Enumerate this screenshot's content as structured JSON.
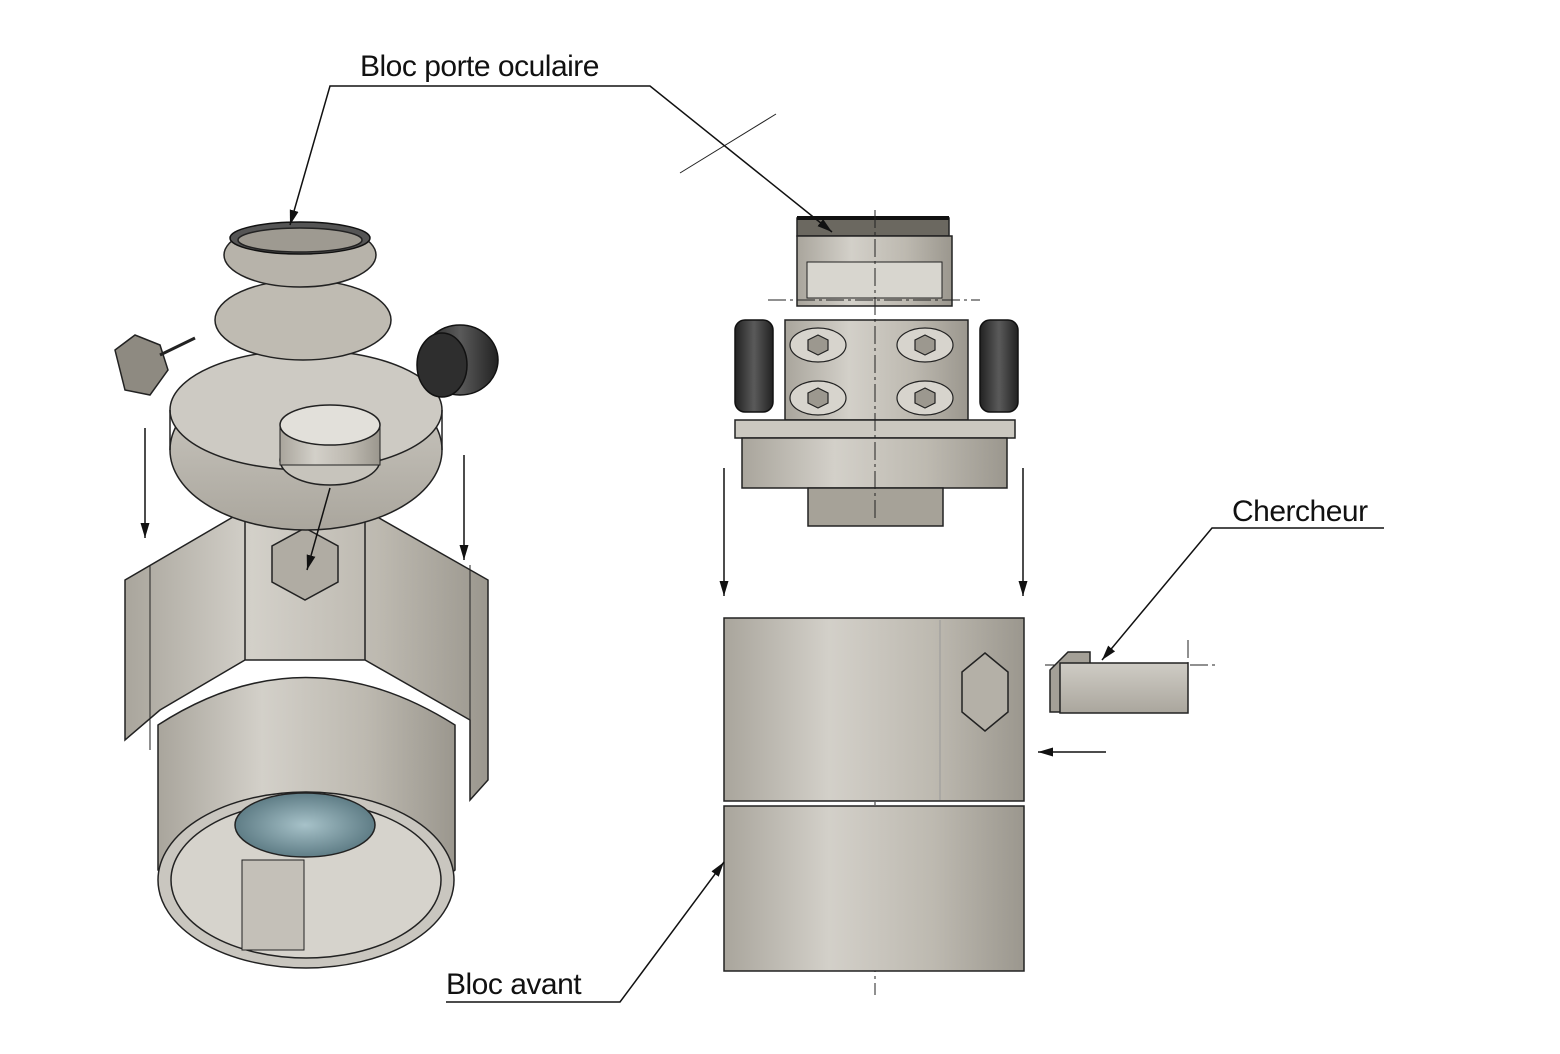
{
  "labels": {
    "bloc_porte_oculaire": "Bloc porte oculaire",
    "chercheur": "Chercheur",
    "bloc_avant": "Bloc avant"
  },
  "colors": {
    "metal": "#bcb8ae",
    "metal_dark": "#8f8b82",
    "metal_light": "#d9d6cf",
    "knob": "#3b3b3b",
    "line": "#111111",
    "lens": "#7d9aa3"
  }
}
